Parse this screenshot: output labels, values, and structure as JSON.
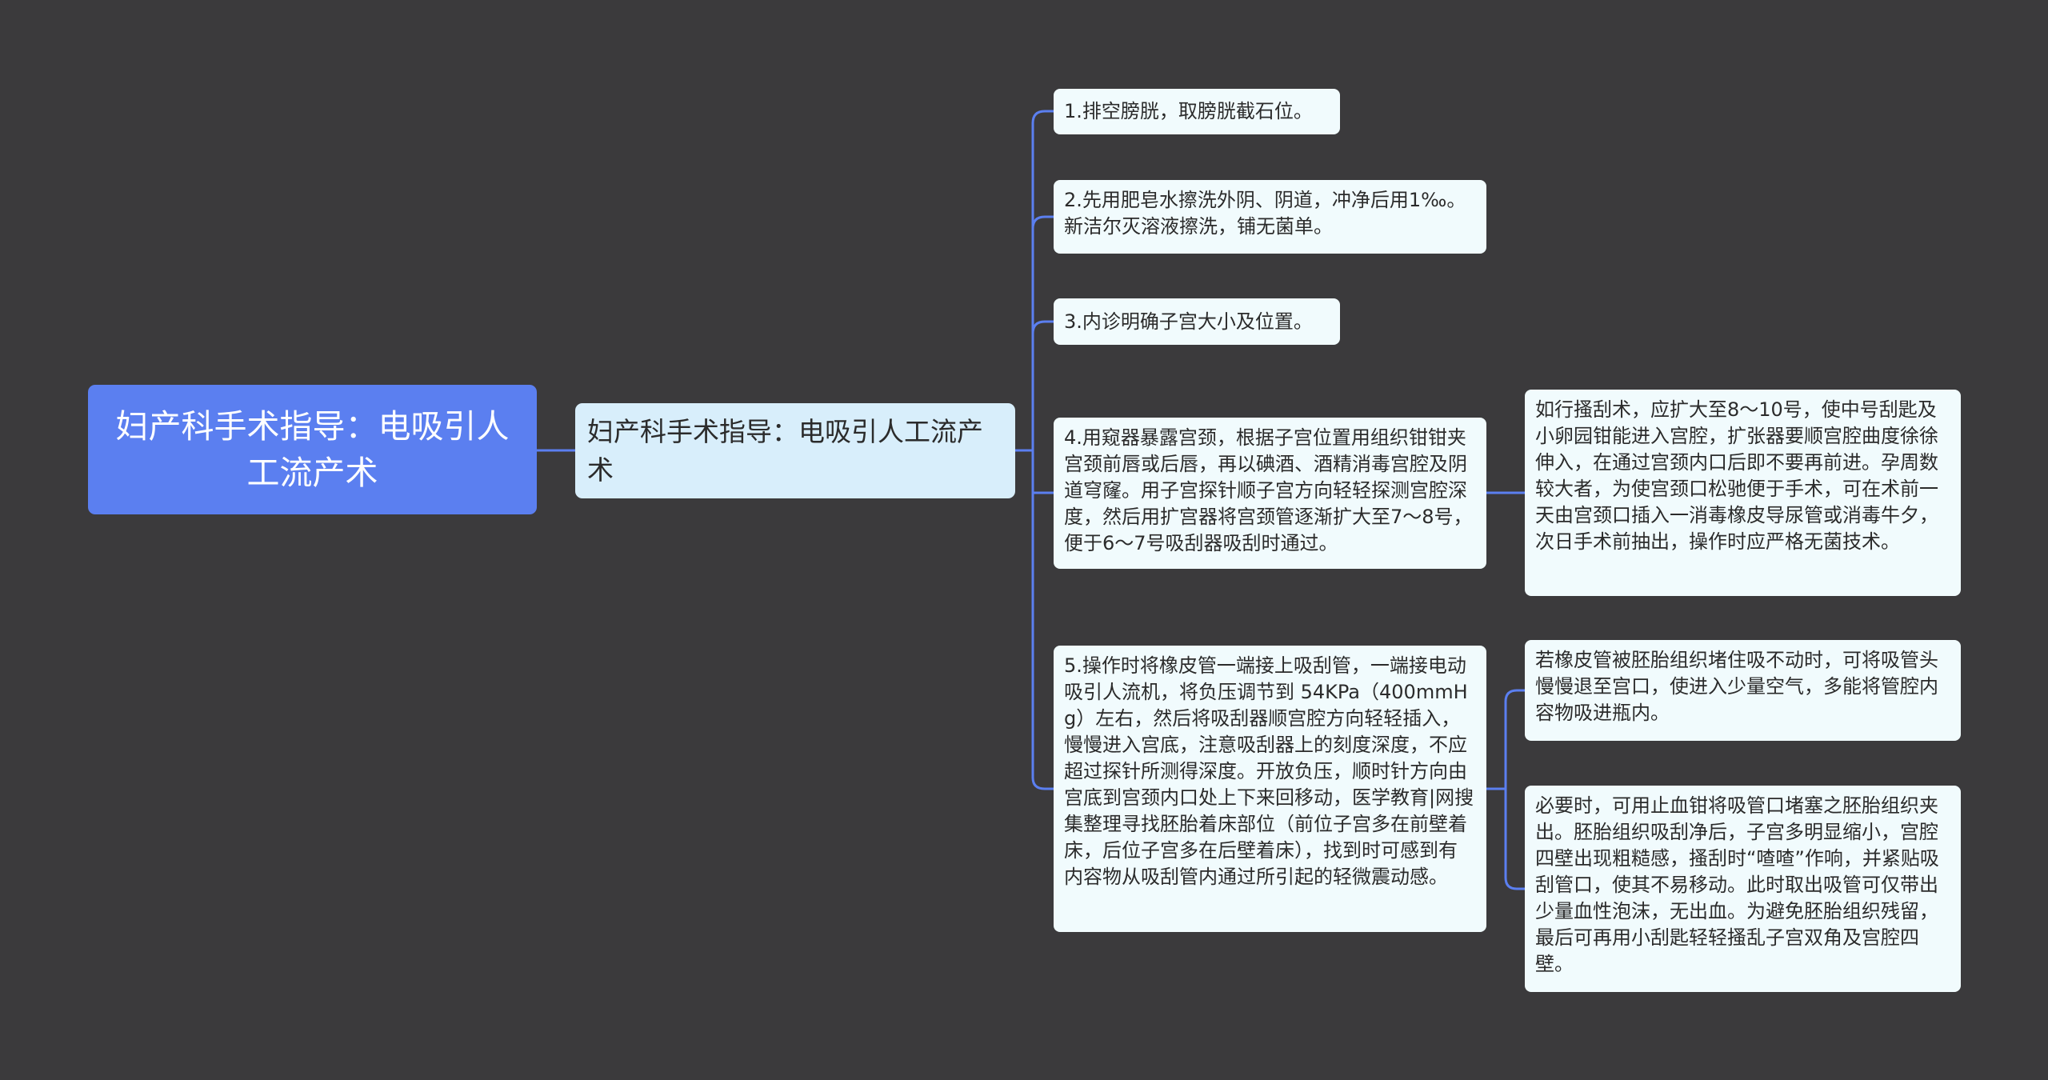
{
  "mindmap": {
    "root": "妇产科手术指导：电吸引人工流产术",
    "subtopic": "妇产科手术指导：电吸引人工流产术",
    "steps": [
      "1.排空膀胱，取膀胱截石位。",
      "2.先用肥皂水擦洗外阴、阴道，冲净后用1‰。新洁尔灭溶液擦洗，铺无菌单。",
      "3.内诊明确子宫大小及位置。",
      "4.用窥器暴露宫颈，根据子宫位置用组织钳钳夹宫颈前唇或后唇，再以碘酒、酒精消毒宫腔及阴道穹窿。用子宫探针顺子宫方向轻轻探测宫腔深度，然后用扩宫器将宫颈管逐渐扩大至7～8号，便于6～7号吸刮器吸刮时通过。",
      "5.操作时将橡皮管一端接上吸刮管，一端接电动吸引人流机，将负压调节到 54KPa（400mmHg）左右，然后将吸刮器顺宫腔方向轻轻插入，慢慢进入宫底，注意吸刮器上的刻度深度，不应超过探针所测得深度。开放负压，顺时针方向由宫底到宫颈内口处上下来回移动，医学教育|网搜集整理寻找胚胎着床部位（前位子宫多在前壁着床，后位子宫多在后壁着床），找到时可感到有内容物从吸刮管内通过所引起的轻微震动感。"
    ],
    "details": {
      "step4": "如行搔刮术，应扩大至8～10号，使中号刮匙及小卵园钳能进入宫腔，扩张器要顺宫腔曲度徐徐伸入，在通过宫颈内口后即不要再前进。孕周数较大者，为使宫颈口松驰便于手术，可在术前一天由宫颈口插入一消毒橡皮导尿管或消毒牛夕，次日手术前抽出，操作时应严格无菌技术。",
      "step5a": "若橡皮管被胚胎组织堵住吸不动时，可将吸管头慢慢退至宫口，使进入少量空气，多能将管腔内容物吸进瓶内。",
      "step5b": "必要时，可用止血钳将吸管口堵塞之胚胎组织夹出。胚胎组织吸刮净后，子宫多明显缩小，宫腔四壁出现粗糙感，搔刮时“喳喳”作响，并紧贴吸刮管口，使其不易移动。此时取出吸管可仅带出少量血性泡沫，无出血。为避免胚胎组织残留，最后可再用小刮匙轻轻搔乱子宫双角及宫腔四壁。"
    }
  },
  "colors": {
    "background": "#3b3a3c",
    "root_fill": "#5b7ff0",
    "subtopic_fill": "#d8eefb",
    "leaf_fill": "#f1fbfd",
    "connector": "#5b7ff0"
  }
}
